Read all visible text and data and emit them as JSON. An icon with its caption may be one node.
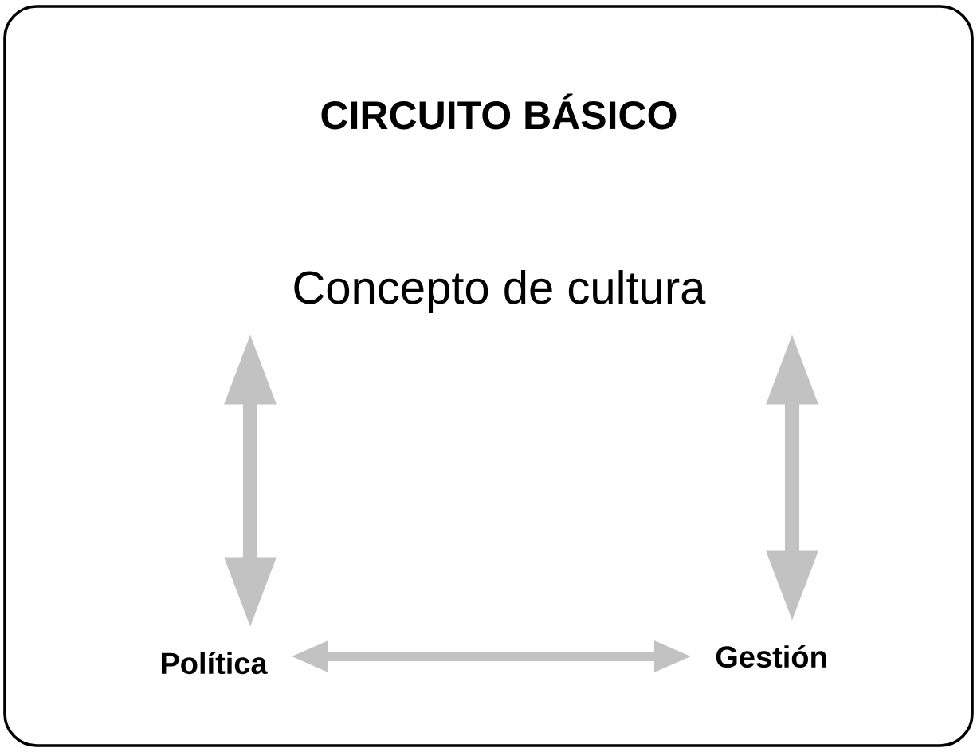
{
  "diagram": {
    "nodes": [
      {
        "text": [
          "CIRCUITO BÁSICO"
        ]
      },
      {
        "text": [
          "Concepto de cultura"
        ],
        "in": 0
      },
      {
        "text": [
          "Política"
        ],
        "in": 0
      },
      {
        "text": [
          "Gestión"
        ],
        "in": 0
      }
    ],
    "edges": [
      {
        "from": 1,
        "to": 2,
        "arrow": "both"
      },
      {
        "from": 1,
        "to": 3,
        "arrow": "both"
      },
      {
        "from": 2,
        "to": 3,
        "arrow": "both"
      }
    ]
  }
}
